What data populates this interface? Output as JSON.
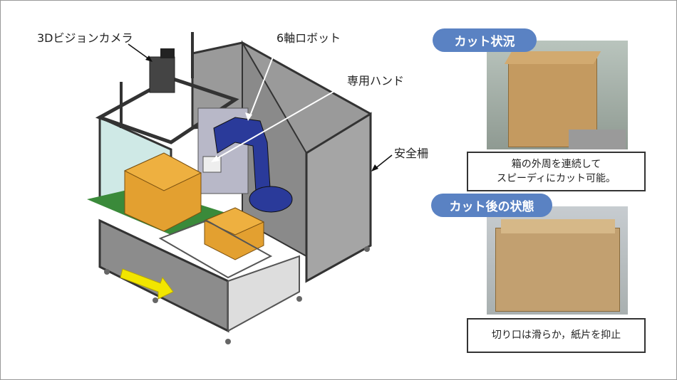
{
  "labels": {
    "camera": "3Dビジョンカメラ",
    "robot": "6軸ロボット",
    "hand": "専用ハンド",
    "fence": "安全柵"
  },
  "panels": [
    {
      "title": "カット状況",
      "caption_lines": [
        "箱の外周を連続して",
        "スピーディにカット可能。"
      ]
    },
    {
      "title": "カット後の状態",
      "caption_lines": [
        "切り口は滑らか，紙片を抑止"
      ]
    }
  ],
  "colors": {
    "pill": "#5a82c3",
    "box": "#e3a030",
    "robot": "#2a3a9a",
    "arrow": "#f2e600"
  }
}
